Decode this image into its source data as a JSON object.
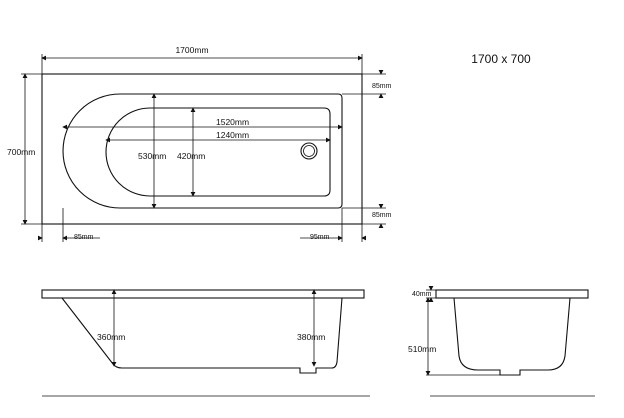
{
  "title": "1700 x 700",
  "plan": {
    "length": "1700mm",
    "width": "700mm",
    "rim_top": "85mm",
    "rim_bottom": "85mm",
    "rim_left": "85mm",
    "rim_right": "95mm",
    "inner_length_top": "1520mm",
    "inner_length_bottom": "1240mm",
    "inner_width_outer": "530mm",
    "inner_width_inner": "420mm"
  },
  "side_view": {
    "depth_head": "360mm",
    "depth_foot": "380mm"
  },
  "end_view": {
    "rim_thickness": "40mm",
    "overall_height": "510mm"
  }
}
